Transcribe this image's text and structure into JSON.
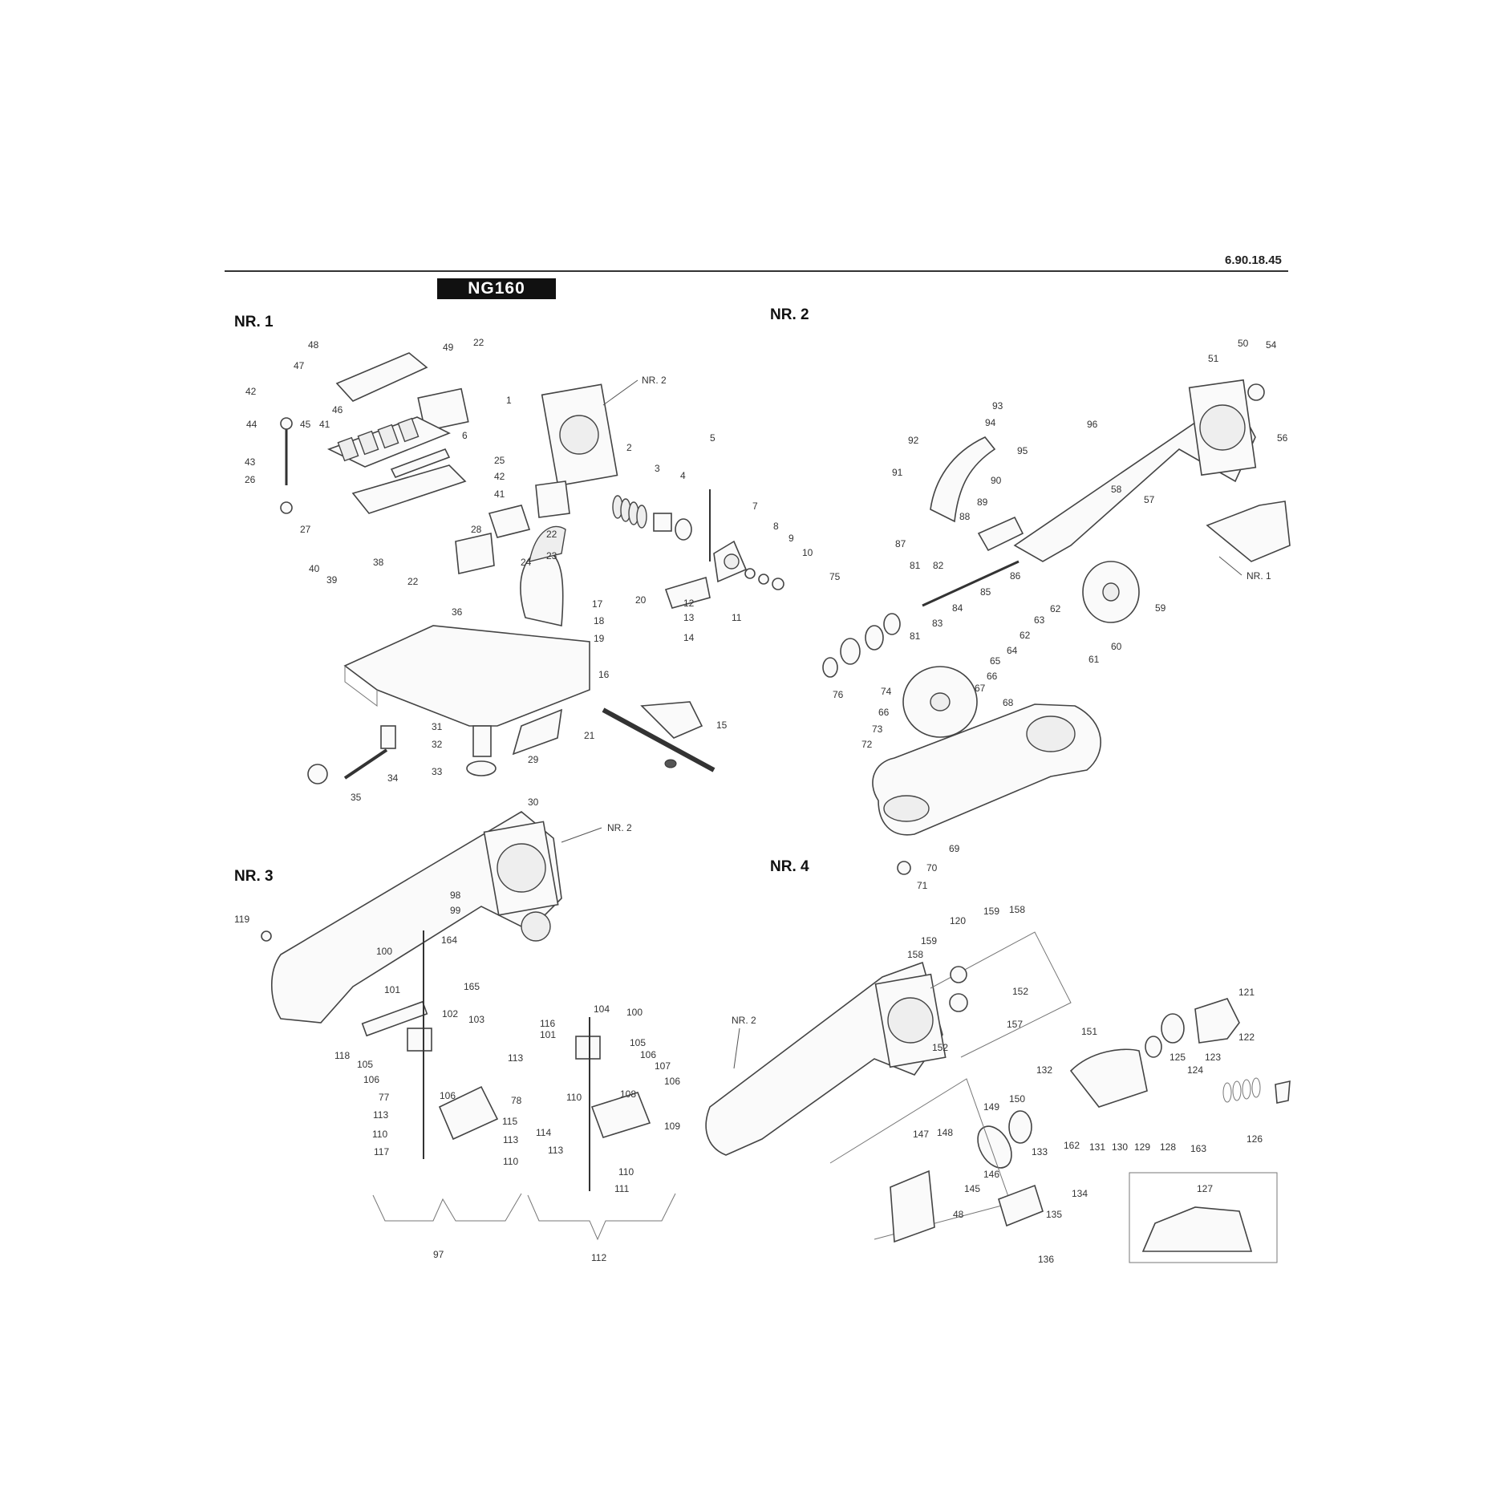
{
  "header": {
    "doc_ref": "6.90.18.45",
    "model": "NG160"
  },
  "sections": {
    "nr1": {
      "title": "NR. 1"
    },
    "nr2": {
      "title": "NR. 2"
    },
    "nr3": {
      "title": "NR. 3"
    },
    "nr4": {
      "title": "NR. 4"
    }
  },
  "cross_refs": {
    "nr1_to_nr2": "NR. 2",
    "nr2_to_nr1": "NR. 1",
    "nr3_to_nr2": "NR. 2",
    "nr4_to_nr2": "NR. 2"
  },
  "callouts": {
    "nr1": [
      "48",
      "49",
      "22",
      "47",
      "42",
      "46",
      "44",
      "45",
      "41",
      "1",
      "6",
      "43",
      "25",
      "26",
      "42",
      "27",
      "41",
      "28",
      "40",
      "39",
      "38",
      "22",
      "23",
      "24",
      "22",
      "36",
      "17",
      "18",
      "19",
      "16",
      "31",
      "32",
      "33",
      "34",
      "35",
      "29",
      "30",
      "21",
      "2",
      "3",
      "4",
      "5",
      "7",
      "8",
      "9",
      "10",
      "20",
      "12",
      "13",
      "14",
      "11",
      "15"
    ],
    "nr2": [
      "50",
      "54",
      "51",
      "56",
      "93",
      "94",
      "96",
      "92",
      "91",
      "95",
      "90",
      "58",
      "57",
      "89",
      "88",
      "87",
      "81",
      "82",
      "86",
      "85",
      "75",
      "84",
      "83",
      "81",
      "62",
      "63",
      "62",
      "64",
      "65",
      "66",
      "67",
      "68",
      "76",
      "74",
      "66",
      "73",
      "72",
      "59",
      "60",
      "61",
      "69",
      "70",
      "71"
    ],
    "nr3": [
      "98",
      "99",
      "119",
      "100",
      "164",
      "165",
      "101",
      "102",
      "103",
      "118",
      "105",
      "106",
      "106",
      "77",
      "78",
      "113",
      "110",
      "117",
      "115",
      "113",
      "110",
      "116",
      "100",
      "104",
      "101",
      "105",
      "106",
      "107",
      "106",
      "113",
      "110",
      "114",
      "108",
      "109",
      "113",
      "110",
      "111",
      "97",
      "112"
    ],
    "nr4": [
      "159",
      "158",
      "120",
      "159",
      "158",
      "152",
      "157",
      "152",
      "121",
      "122",
      "123",
      "124",
      "125",
      "151",
      "132",
      "149",
      "150",
      "131",
      "130",
      "129",
      "128",
      "163",
      "126",
      "162",
      "147",
      "148",
      "133",
      "146",
      "145",
      "134",
      "135",
      "48",
      "136",
      "127"
    ]
  }
}
